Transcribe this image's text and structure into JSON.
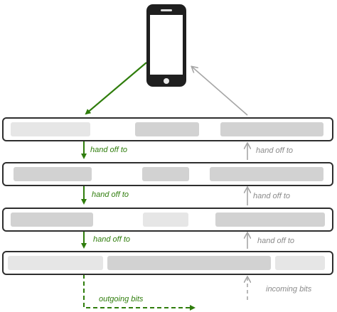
{
  "labels": {
    "down_handoff_1": "hand off to",
    "down_handoff_2": "hand off to",
    "down_handoff_3": "hand off to",
    "up_handoff_1": "hand off to",
    "up_handoff_2": "hand off to",
    "up_handoff_3": "hand off to",
    "outgoing": "outgoing bits",
    "incoming": "incoming bits"
  },
  "icons": {
    "device": "smartphone-icon"
  },
  "colors": {
    "outgoing_path": "#2f7d0c",
    "incoming_path": "#a6a6a6",
    "layer_border": "#2e2e2e"
  }
}
